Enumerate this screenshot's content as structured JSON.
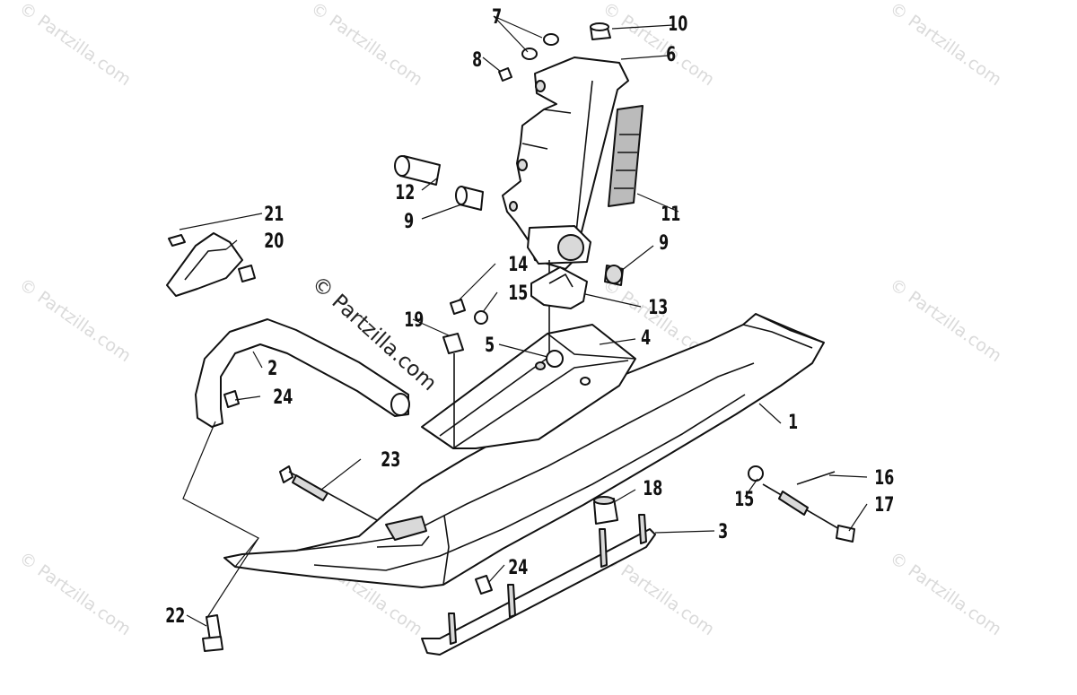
{
  "watermark": {
    "tile_text": "© Partzilla.com",
    "center_text": "© Partzilla.com"
  },
  "callouts": [
    "1",
    "2",
    "3",
    "4",
    "5",
    "6",
    "7",
    "8",
    "9",
    "9",
    "10",
    "11",
    "12",
    "13",
    "14",
    "15",
    "15",
    "16",
    "17",
    "18",
    "19",
    "20",
    "21",
    "22",
    "23",
    "24",
    "24"
  ],
  "colors": {
    "line": "#111111",
    "shade": "#d9d9d9",
    "watermark": "#dadada"
  }
}
